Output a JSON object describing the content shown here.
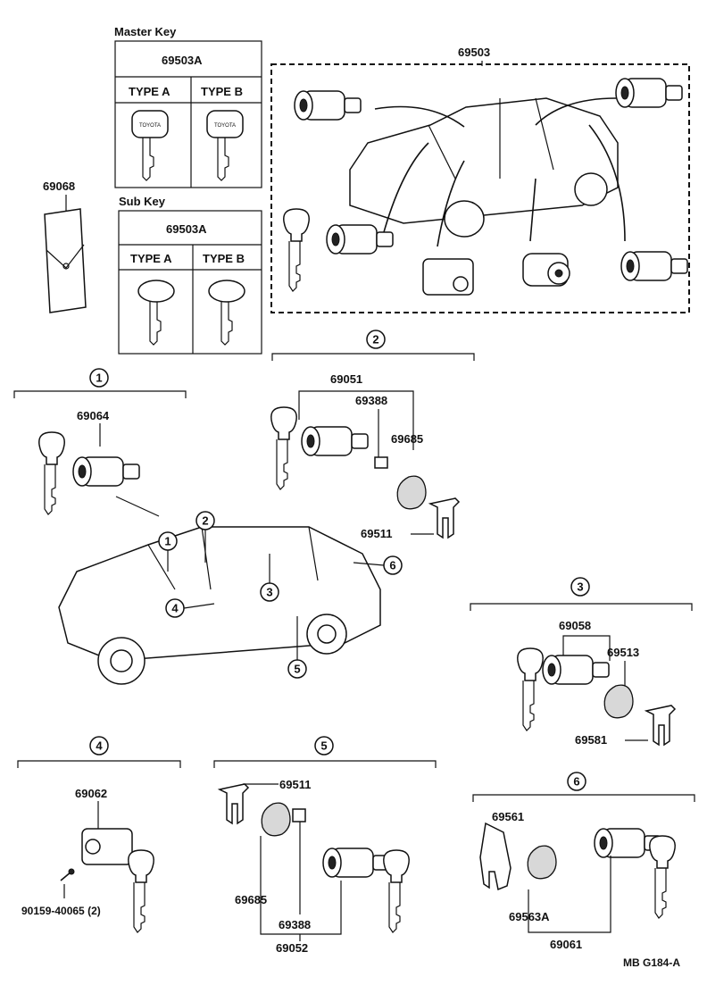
{
  "master_key": {
    "heading": "Master Key",
    "part_number": "69503A",
    "type_a": "TYPE A",
    "type_b": "TYPE B",
    "key_a_text": "TOYOTA",
    "key_b_text": "TOYOTA"
  },
  "sub_key": {
    "heading": "Sub Key",
    "part_number": "69503A",
    "type_a": "TYPE A",
    "type_b": "TYPE B"
  },
  "key_plate": "69068",
  "lock_set": "69503",
  "group1": {
    "num": "1",
    "parts": {
      "cylinder": "69064"
    }
  },
  "group2": {
    "num": "2",
    "parts": {
      "cylinder": "69051",
      "pin": "69388",
      "pad": "69685",
      "retainer": "69511"
    }
  },
  "group3": {
    "num": "3",
    "parts": {
      "cylinder": "69058",
      "pad": "69513",
      "retainer": "69581"
    }
  },
  "group4": {
    "num": "4",
    "parts": {
      "cylinder": "69062",
      "screw": "90159-40065 (2)"
    }
  },
  "group5": {
    "num": "5",
    "parts": {
      "retainer": "69511",
      "pad": "69685",
      "pin": "69388",
      "cylinder": "69052"
    }
  },
  "group6": {
    "num": "6",
    "parts": {
      "retainer": "69561",
      "pad": "69563A",
      "cylinder": "69061"
    }
  },
  "car_callouts": [
    "1",
    "2",
    "3",
    "4",
    "5",
    "6"
  ],
  "figure_code": "MB G184-A"
}
